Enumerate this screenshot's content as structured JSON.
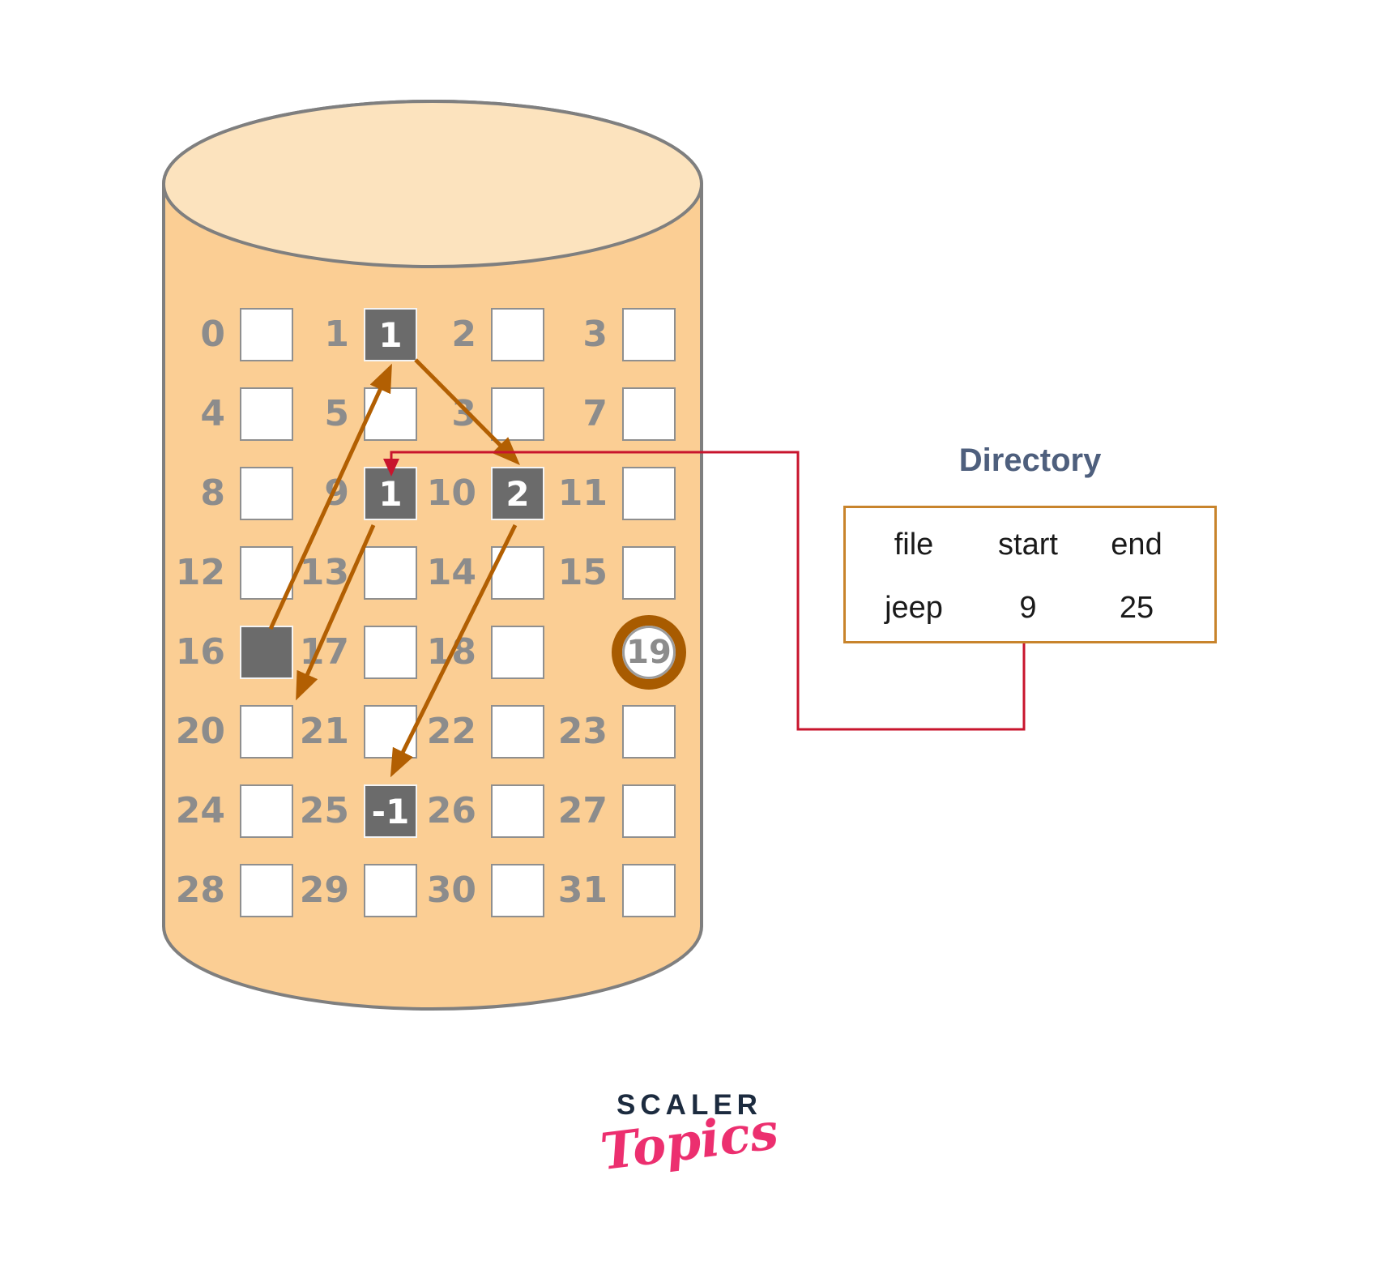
{
  "colors": {
    "cyl-body": "#FBCE94",
    "cyl-top": "#FCE3BE",
    "cyl-stroke": "#7F7F7F",
    "block-border": "#8F8F8F",
    "block-dark": "#6B6B6B",
    "label-gray": "#8C8C8C",
    "arrow-brown": "#B25F02",
    "ring-brown": "#A85B00",
    "red": "#C8142D",
    "dir-border": "#C8842C",
    "dir-title": "#4E5F7D",
    "text-dark": "#1A1A1A",
    "scaler-navy": "#1C2B3F",
    "topics-pink": "#EC2F6F"
  },
  "disk": {
    "blocks": [
      {
        "label": "0",
        "type": "empty",
        "value": ""
      },
      {
        "label": "1",
        "type": "filled",
        "value": "1"
      },
      {
        "label": "2",
        "type": "empty",
        "value": ""
      },
      {
        "label": "3",
        "type": "empty",
        "value": ""
      },
      {
        "label": "4",
        "type": "empty",
        "value": ""
      },
      {
        "label": "5",
        "type": "empty",
        "value": ""
      },
      {
        "label": "3",
        "type": "empty",
        "value": ""
      },
      {
        "label": "7",
        "type": "empty",
        "value": ""
      },
      {
        "label": "8",
        "type": "empty",
        "value": ""
      },
      {
        "label": "9",
        "type": "filled",
        "value": "1"
      },
      {
        "label": "10",
        "type": "filled",
        "value": "2"
      },
      {
        "label": "11",
        "type": "empty",
        "value": ""
      },
      {
        "label": "12",
        "type": "empty",
        "value": ""
      },
      {
        "label": "13",
        "type": "empty",
        "value": ""
      },
      {
        "label": "14",
        "type": "empty",
        "value": ""
      },
      {
        "label": "15",
        "type": "empty",
        "value": ""
      },
      {
        "label": "16",
        "type": "filled",
        "value": ""
      },
      {
        "label": "17",
        "type": "empty",
        "value": ""
      },
      {
        "label": "18",
        "type": "empty",
        "value": ""
      },
      {
        "label": "19",
        "type": "circled",
        "value": ""
      },
      {
        "label": "20",
        "type": "empty",
        "value": ""
      },
      {
        "label": "21",
        "type": "empty",
        "value": ""
      },
      {
        "label": "22",
        "type": "empty",
        "value": ""
      },
      {
        "label": "23",
        "type": "empty",
        "value": ""
      },
      {
        "label": "24",
        "type": "empty",
        "value": ""
      },
      {
        "label": "25",
        "type": "filled",
        "value": "-1"
      },
      {
        "label": "26",
        "type": "empty",
        "value": ""
      },
      {
        "label": "27",
        "type": "empty",
        "value": ""
      },
      {
        "label": "28",
        "type": "empty",
        "value": ""
      },
      {
        "label": "29",
        "type": "empty",
        "value": ""
      },
      {
        "label": "30",
        "type": "empty",
        "value": ""
      },
      {
        "label": "31",
        "type": "empty",
        "value": ""
      }
    ]
  },
  "directory": {
    "title": "Directory",
    "columns": [
      "file",
      "start",
      "end"
    ],
    "rows": [
      [
        "jeep",
        "9",
        "25"
      ]
    ]
  },
  "logo": {
    "brand": "SCALER",
    "sub": "Topics"
  }
}
